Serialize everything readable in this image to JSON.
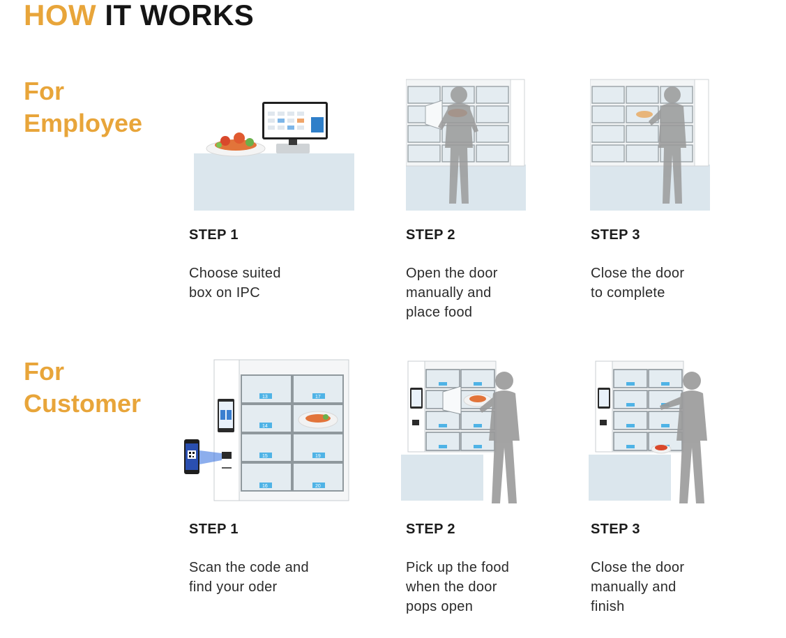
{
  "header": {
    "title_accent": "HOW",
    "title_rest": "IT WORKS"
  },
  "colors": {
    "accent": "#e8a53a",
    "counter": "#dbe6ed",
    "door_tag": "#4fb3e6",
    "silhouette": "#9a9a9a"
  },
  "employee": {
    "heading_line1": "For",
    "heading_line2": "Employee",
    "steps": [
      {
        "label": "STEP 1",
        "lines": [
          "Choose suited",
          "box on IPC"
        ]
      },
      {
        "label": "STEP 2",
        "lines": [
          "Open the door",
          "manually and",
          "place food"
        ]
      },
      {
        "label": "STEP 3",
        "lines": [
          "Close the door",
          "to complete"
        ]
      }
    ]
  },
  "customer": {
    "heading_line1": "For",
    "heading_line2": "Customer",
    "locker_numbers": [
      "13",
      "17",
      "14",
      "15",
      "19",
      "16",
      "20"
    ],
    "steps": [
      {
        "label": "STEP 1",
        "lines": [
          "Scan the code and",
          "find your oder"
        ]
      },
      {
        "label": "STEP 2",
        "lines": [
          "Pick up the food",
          "when the door",
          "pops open"
        ]
      },
      {
        "label": "STEP 3",
        "lines": [
          "Close the door",
          "manually and",
          "finish"
        ]
      }
    ]
  }
}
